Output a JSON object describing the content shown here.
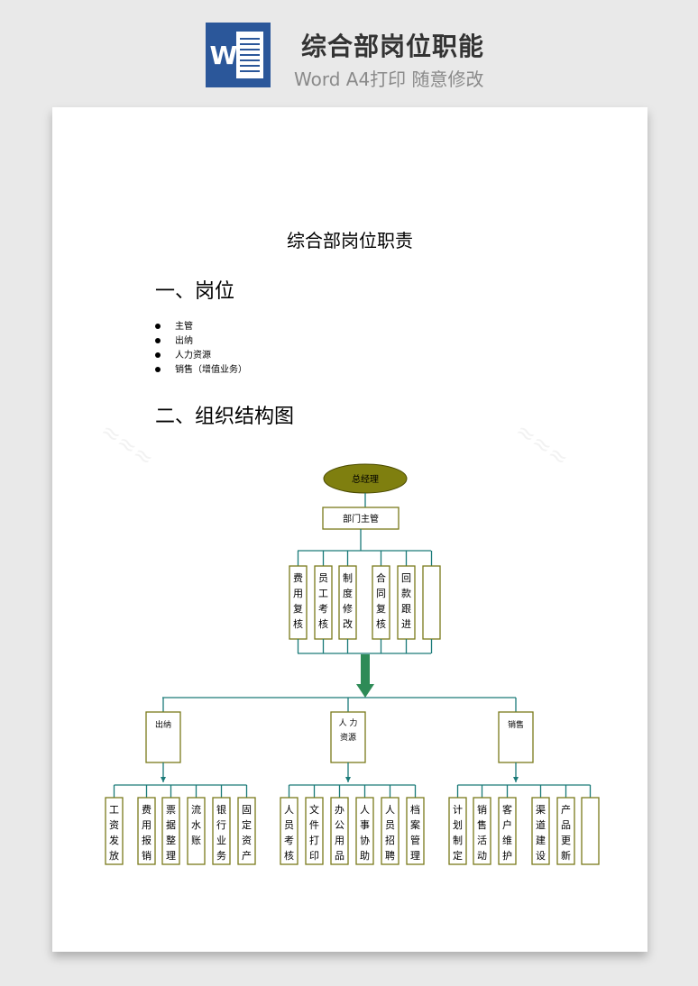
{
  "banner": {
    "title": "综合部岗位职能",
    "subtitle": "Word A4打印 随意修改",
    "icon_letter": "W"
  },
  "document": {
    "title": "综合部岗位职责",
    "section1": "一、岗位",
    "positions": [
      "主管",
      "出纳",
      "人力资源",
      "销售（增值业务）"
    ],
    "section2": "二、组织结构图"
  },
  "org": {
    "root": "总经理",
    "dept": "部门主管",
    "upper_tasks": [
      "费用复核",
      "员工考核",
      "制度修改",
      "合同复核",
      "回款跟进",
      ""
    ],
    "branches": [
      {
        "name": "出纳",
        "tasks": [
          "工资发放",
          "费用报销",
          "票据整理",
          "流水账",
          "银行业务",
          "固定资产"
        ]
      },
      {
        "name": "人力资源",
        "tasks": [
          "人员考核",
          "文件打印",
          "办公用品",
          "人事协助",
          "人员招聘",
          "档案管理"
        ]
      },
      {
        "name": "销售",
        "tasks": [
          "计划制定",
          "销售活动",
          "客户维护",
          "渠道建设",
          "产品更新",
          ""
        ]
      }
    ]
  },
  "colors": {
    "line": "#1a7a78",
    "box": "#7a7a1a",
    "ellipse": "#7f7f0f",
    "arrow": "#2e8b57",
    "word_blue": "#2b579a"
  }
}
